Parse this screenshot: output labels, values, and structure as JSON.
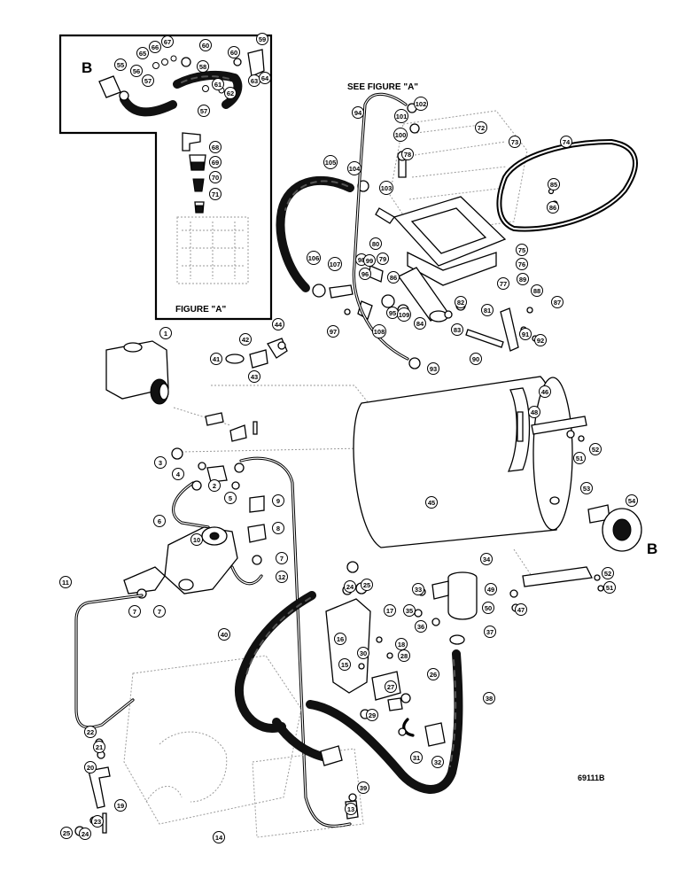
{
  "labels": {
    "inset_title": "FIGURE \"A\"",
    "see_figure": "SEE FIGURE \"A\"",
    "ref_b_left": "B",
    "ref_b_right": "B",
    "drawing_number": "69111B"
  },
  "callouts": [
    {
      "n": "1"
    },
    {
      "n": "2"
    },
    {
      "n": "3"
    },
    {
      "n": "4"
    },
    {
      "n": "5"
    },
    {
      "n": "6"
    },
    {
      "n": "7"
    },
    {
      "n": "7"
    },
    {
      "n": "7"
    },
    {
      "n": "8"
    },
    {
      "n": "9"
    },
    {
      "n": "10"
    },
    {
      "n": "11"
    },
    {
      "n": "12"
    },
    {
      "n": "13"
    },
    {
      "n": "14"
    },
    {
      "n": "15"
    },
    {
      "n": "16"
    },
    {
      "n": "17"
    },
    {
      "n": "18"
    },
    {
      "n": "19"
    },
    {
      "n": "20"
    },
    {
      "n": "21"
    },
    {
      "n": "22"
    },
    {
      "n": "23"
    },
    {
      "n": "24"
    },
    {
      "n": "24"
    },
    {
      "n": "25"
    },
    {
      "n": "25"
    },
    {
      "n": "26"
    },
    {
      "n": "27"
    },
    {
      "n": "28"
    },
    {
      "n": "29"
    },
    {
      "n": "30"
    },
    {
      "n": "31"
    },
    {
      "n": "32"
    },
    {
      "n": "33"
    },
    {
      "n": "34"
    },
    {
      "n": "35"
    },
    {
      "n": "36"
    },
    {
      "n": "37"
    },
    {
      "n": "38"
    },
    {
      "n": "39"
    },
    {
      "n": "40"
    },
    {
      "n": "41"
    },
    {
      "n": "42"
    },
    {
      "n": "43"
    },
    {
      "n": "44"
    },
    {
      "n": "45"
    },
    {
      "n": "46"
    },
    {
      "n": "47"
    },
    {
      "n": "48"
    },
    {
      "n": "49"
    },
    {
      "n": "50"
    },
    {
      "n": "51"
    },
    {
      "n": "51"
    },
    {
      "n": "52"
    },
    {
      "n": "52"
    },
    {
      "n": "53"
    },
    {
      "n": "54"
    },
    {
      "n": "55"
    },
    {
      "n": "56"
    },
    {
      "n": "57"
    },
    {
      "n": "57"
    },
    {
      "n": "58"
    },
    {
      "n": "59"
    },
    {
      "n": "60"
    },
    {
      "n": "60"
    },
    {
      "n": "61"
    },
    {
      "n": "62"
    },
    {
      "n": "63"
    },
    {
      "n": "64"
    },
    {
      "n": "65"
    },
    {
      "n": "66"
    },
    {
      "n": "67"
    },
    {
      "n": "68"
    },
    {
      "n": "69"
    },
    {
      "n": "70"
    },
    {
      "n": "71"
    },
    {
      "n": "72"
    },
    {
      "n": "73"
    },
    {
      "n": "74"
    },
    {
      "n": "75"
    },
    {
      "n": "76"
    },
    {
      "n": "77"
    },
    {
      "n": "78"
    },
    {
      "n": "79"
    },
    {
      "n": "80"
    },
    {
      "n": "81"
    },
    {
      "n": "82"
    },
    {
      "n": "83"
    },
    {
      "n": "84"
    },
    {
      "n": "85"
    },
    {
      "n": "86"
    },
    {
      "n": "86"
    },
    {
      "n": "87"
    },
    {
      "n": "88"
    },
    {
      "n": "89"
    },
    {
      "n": "90"
    },
    {
      "n": "91"
    },
    {
      "n": "92"
    },
    {
      "n": "93"
    },
    {
      "n": "94"
    },
    {
      "n": "95"
    },
    {
      "n": "96"
    },
    {
      "n": "97"
    },
    {
      "n": "98"
    },
    {
      "n": "99"
    },
    {
      "n": "100"
    },
    {
      "n": "101"
    },
    {
      "n": "102"
    },
    {
      "n": "103"
    },
    {
      "n": "104"
    },
    {
      "n": "105"
    },
    {
      "n": "106"
    },
    {
      "n": "107"
    },
    {
      "n": "108"
    },
    {
      "n": "109"
    }
  ]
}
